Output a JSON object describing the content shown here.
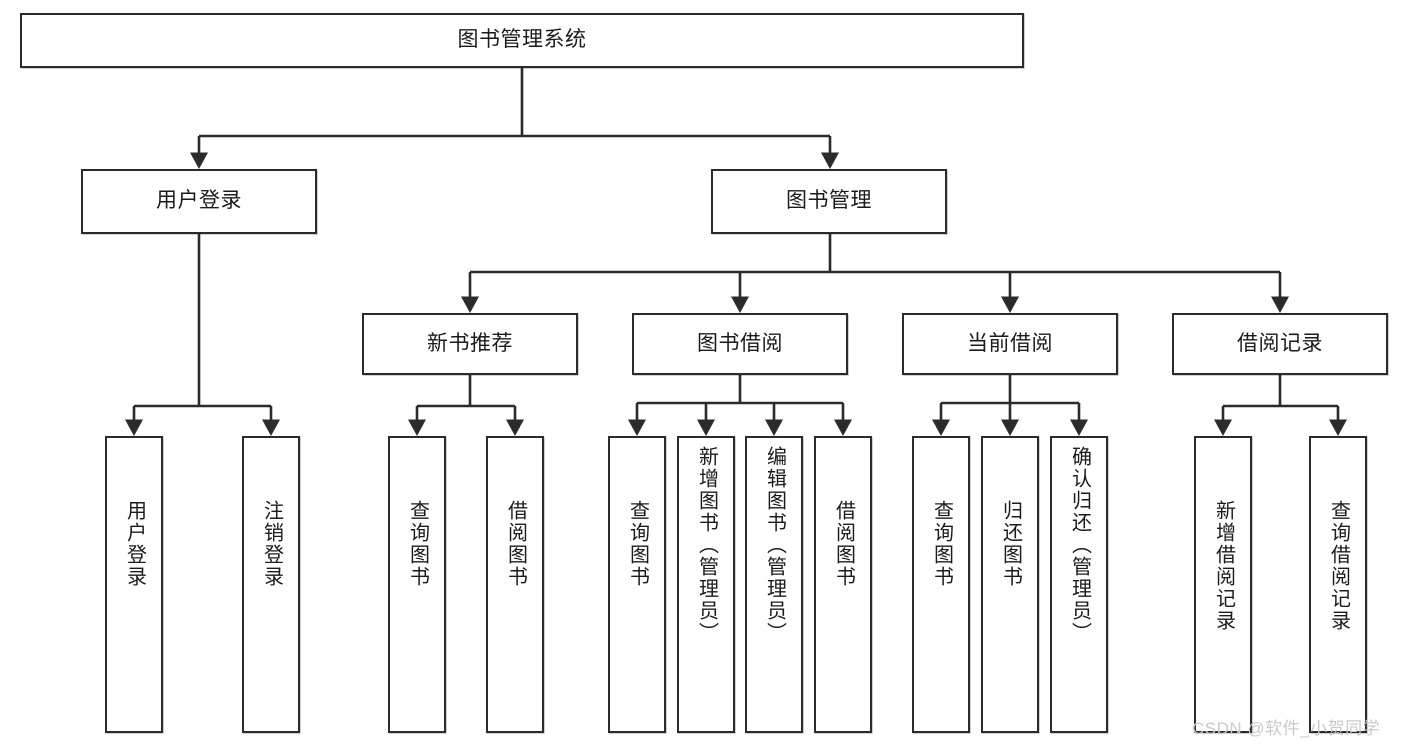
{
  "diagram": {
    "title": "图书管理系统",
    "type": "tree-hierarchy-diagram",
    "root": {
      "label": "图书管理系统"
    },
    "level2": [
      {
        "label": "用户登录"
      },
      {
        "label": "图书管理"
      }
    ],
    "level3": [
      {
        "label": "新书推荐"
      },
      {
        "label": "图书借阅"
      },
      {
        "label": "当前借阅"
      },
      {
        "label": "借阅记录"
      }
    ],
    "leaves": [
      {
        "label": "用户登录"
      },
      {
        "label": "注销登录"
      },
      {
        "label": "查询图书"
      },
      {
        "label": "借阅图书"
      },
      {
        "label": "查询图书"
      },
      {
        "label": "新增图书（管理员）"
      },
      {
        "label": "编辑图书（管理员）"
      },
      {
        "label": "借阅图书"
      },
      {
        "label": "查询图书"
      },
      {
        "label": "归还图书"
      },
      {
        "label": "确认归还（管理员）"
      },
      {
        "label": "新增借阅记录"
      },
      {
        "label": "查询借阅记录"
      }
    ]
  },
  "watermark": {
    "text": "CSDN @软件_小贺同学"
  },
  "colors": {
    "stroke": "#2b2b2b",
    "fill": "#ffffff",
    "text": "#1b1b1b",
    "watermark": "#c9c9c9"
  }
}
